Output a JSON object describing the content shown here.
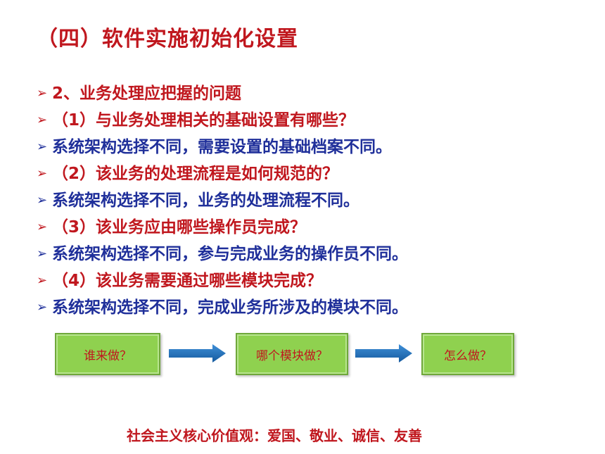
{
  "title": "（四）软件实施初始化设置",
  "bullets": [
    {
      "text": "2、业务处理应把握的问题",
      "color": "red"
    },
    {
      "text": "（1）与业务处理相关的基础设置有哪些？",
      "color": "red"
    },
    {
      "text": "系统架构选择不同，需要设置的基础档案不同。",
      "color": "blue"
    },
    {
      "text": "（2）该业务的处理流程是如何规范的？",
      "color": "red"
    },
    {
      "text": "系统架构选择不同，业务的处理流程不同。",
      "color": "blue"
    },
    {
      "text": "（3）该业务应由哪些操作员完成？",
      "color": "red"
    },
    {
      "text": "系统架构选择不同，参与完成业务的操作员不同。",
      "color": "blue"
    },
    {
      "text": "（4）该业务需要通过哪些模块完成？",
      "color": "red"
    },
    {
      "text": "系统架构选择不同，完成业务所涉及的模块不同。",
      "color": "blue"
    }
  ],
  "bullet_marker": "➢",
  "flow": {
    "step1": "谁来做？",
    "step2": "哪个模块做？",
    "step3": "怎么做？"
  },
  "footer": "社会主义核心价值观：爱国、敬业、诚信、友善",
  "colors": {
    "red": "#c0171e",
    "blue": "#1f2f9a",
    "box_green": "#8fd14f",
    "arrow_blue": "#1f6fb8"
  }
}
